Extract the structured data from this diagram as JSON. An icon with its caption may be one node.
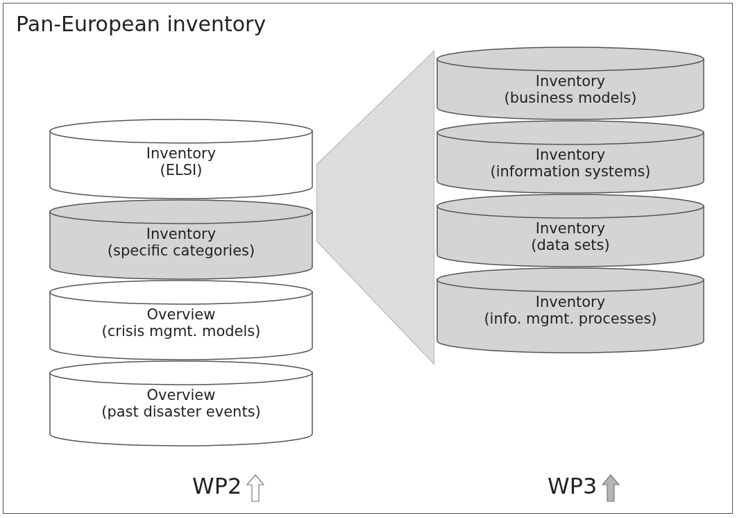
{
  "diagram": {
    "nodes": [
      {
        "text": [
          "Pan-European inventory"
        ]
      },
      {
        "text": [
          "Inventory",
          "(ELSI)"
        ],
        "in": 0
      },
      {
        "text": [
          "Inventory",
          "(specific categories)"
        ],
        "in": 0
      },
      {
        "text": [
          "Overview",
          "(crisis mgmt. models)"
        ],
        "in": 0
      },
      {
        "text": [
          "Overview",
          "(past disaster events)"
        ],
        "in": 0
      },
      {
        "text": [],
        "shape": "trapezoid",
        "in": 0
      },
      {
        "text": [
          "Inventory",
          "(business models)"
        ],
        "in": 0
      },
      {
        "text": [
          "Inventory",
          "(information systems)"
        ],
        "in": 0
      },
      {
        "text": [
          "Inventory",
          "(data sets)"
        ],
        "in": 0
      },
      {
        "text": [
          "Inventory",
          "(info. mgmt. processes)"
        ],
        "in": 0
      }
    ],
    "labels": [
      "WP2",
      "WP3"
    ]
  }
}
